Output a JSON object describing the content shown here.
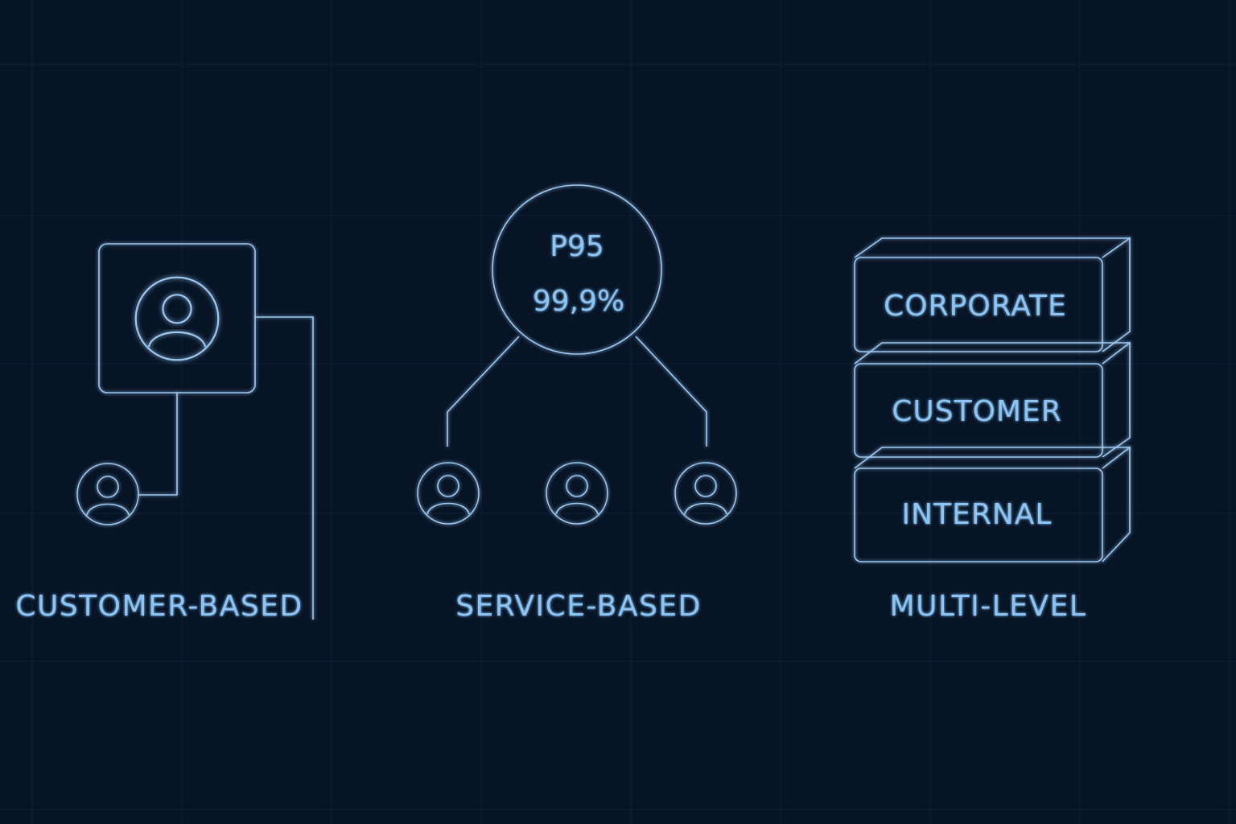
{
  "colors": {
    "background": "#061426",
    "line": "#9ec8f0",
    "text": "#8cc4f4"
  },
  "customer_based": {
    "label": "CUSTOMER-BASED",
    "icons": [
      "user-icon",
      "user-icon"
    ]
  },
  "service_based": {
    "label": "SERVICE-BASED",
    "metric_top": "P95",
    "metric_bottom": "99,9%",
    "icons": [
      "user-icon",
      "user-icon",
      "user-icon"
    ]
  },
  "multi_level": {
    "label": "MULTI-LEVEL",
    "tiers": [
      "CORPORATE",
      "CUSTOMER",
      "INTERNAL"
    ]
  }
}
